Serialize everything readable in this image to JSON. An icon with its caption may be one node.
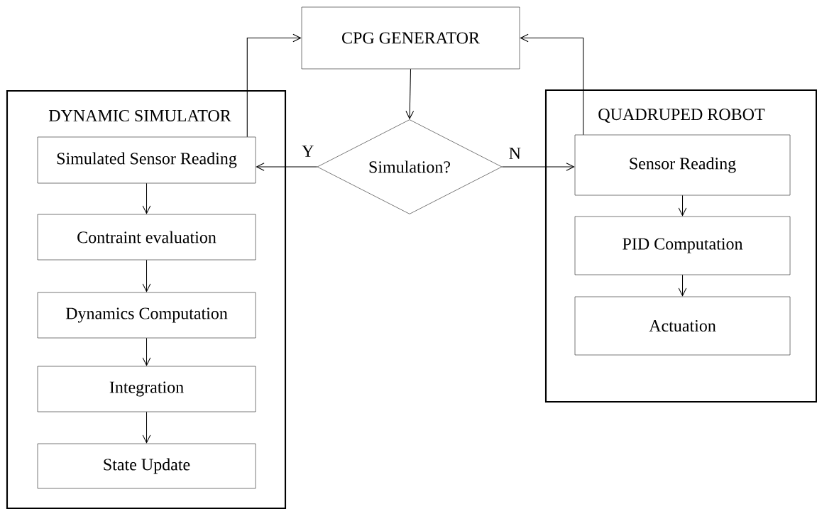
{
  "diagram": {
    "nodes": [
      {
        "text": [
          "CPG GENERATOR"
        ]
      },
      {
        "text": [
          "DYNAMIC SIMULATOR"
        ]
      },
      {
        "text": [
          "Simulated Sensor Reading"
        ],
        "in": 1
      },
      {
        "text": [
          "Contraint evaluation"
        ],
        "in": 1
      },
      {
        "text": [
          "Dynamics Computation"
        ],
        "in": 1
      },
      {
        "text": [
          "Integration"
        ],
        "in": 1
      },
      {
        "text": [
          "State Update"
        ],
        "in": 1
      },
      {
        "text": [
          "Simulation?"
        ]
      },
      {
        "text": [
          "QUADRUPED ROBOT"
        ]
      },
      {
        "text": [
          "Sensor Reading"
        ],
        "in": 8
      },
      {
        "text": [
          "PID Computation"
        ],
        "in": 8
      },
      {
        "text": [
          "Actuation"
        ],
        "in": 8
      }
    ],
    "edges": [
      {
        "from": 0,
        "to": 7,
        "arrow": "to"
      },
      {
        "from": 7,
        "to": 2,
        "arrow": "to",
        "label": "Y"
      },
      {
        "from": 7,
        "to": 9,
        "arrow": "to",
        "label": "N"
      },
      {
        "from": 2,
        "to": 0,
        "arrow": "to"
      },
      {
        "from": 9,
        "to": 0,
        "arrow": "to"
      },
      {
        "from": 2,
        "to": 3,
        "arrow": "to"
      },
      {
        "from": 3,
        "to": 4,
        "arrow": "to"
      },
      {
        "from": 4,
        "to": 5,
        "arrow": "to"
      },
      {
        "from": 5,
        "to": 6,
        "arrow": "to"
      },
      {
        "from": 9,
        "to": 10,
        "arrow": "to"
      },
      {
        "from": 10,
        "to": 11,
        "arrow": "to"
      }
    ]
  }
}
